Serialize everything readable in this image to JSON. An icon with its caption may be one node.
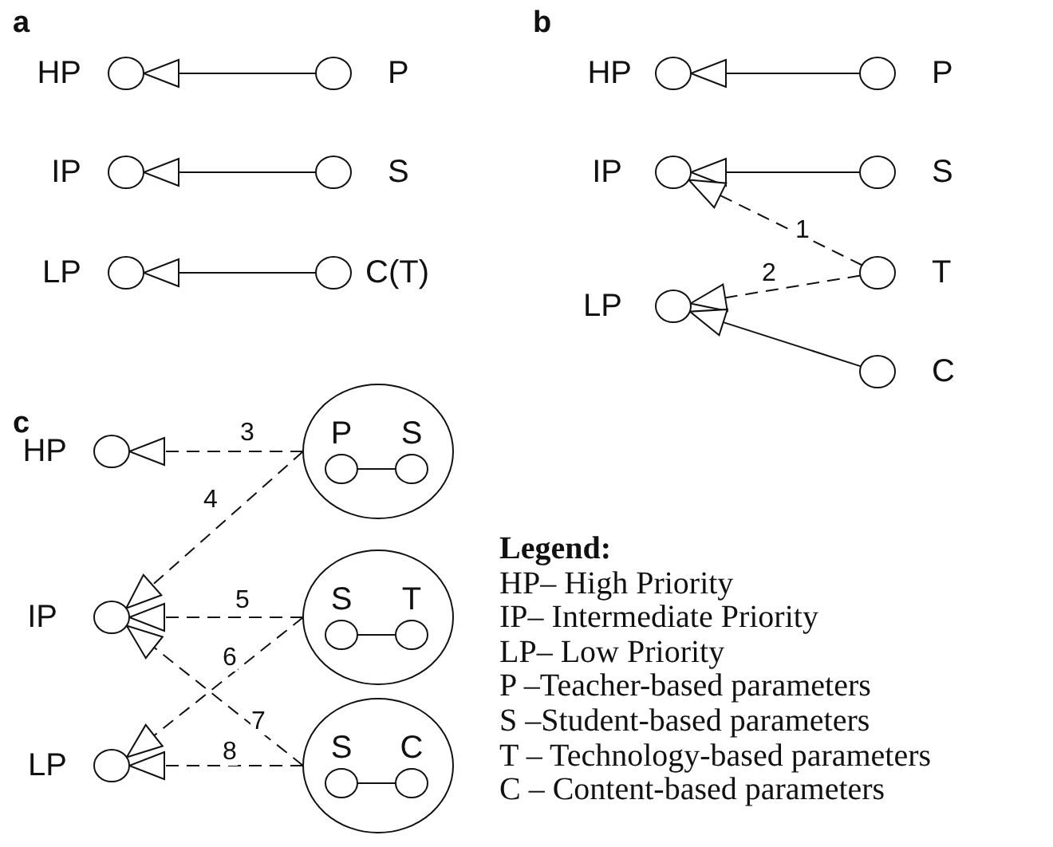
{
  "diagram": {
    "nodes": [
      {
        "text": [
          "HP"
        ]
      },
      {
        "text": [
          "P"
        ]
      },
      {
        "text": [
          "IP"
        ]
      },
      {
        "text": [
          "S"
        ]
      },
      {
        "text": [
          "LP"
        ]
      },
      {
        "text": [
          "C(T)"
        ]
      },
      {
        "text": [
          "HP"
        ]
      },
      {
        "text": [
          "P"
        ]
      },
      {
        "text": [
          "IP"
        ]
      },
      {
        "text": [
          "S"
        ]
      },
      {
        "text": [
          "T"
        ]
      },
      {
        "text": [
          "LP"
        ]
      },
      {
        "text": [
          "C"
        ]
      },
      {
        "text": [
          "HP"
        ]
      },
      {
        "text": [],
        "shape": "circle"
      },
      {
        "text": [
          "P"
        ],
        "in": 14
      },
      {
        "text": [
          "S"
        ],
        "in": 14
      },
      {
        "text": [
          "IP"
        ]
      },
      {
        "text": [],
        "shape": "circle"
      },
      {
        "text": [
          "S"
        ],
        "in": 18
      },
      {
        "text": [
          "T"
        ],
        "in": 18
      },
      {
        "text": [
          "LP"
        ]
      },
      {
        "text": [],
        "shape": "circle"
      },
      {
        "text": [
          "S"
        ],
        "in": 22
      },
      {
        "text": [
          "C"
        ],
        "in": 22
      }
    ],
    "edges": [
      {
        "from": 1,
        "to": 0,
        "arrow": "to"
      },
      {
        "from": 3,
        "to": 2,
        "arrow": "to"
      },
      {
        "from": 5,
        "to": 4,
        "arrow": "to"
      },
      {
        "from": 7,
        "to": 6,
        "arrow": "to"
      },
      {
        "from": 9,
        "to": 8,
        "arrow": "to"
      },
      {
        "from": 10,
        "to": 8,
        "arrow": "to",
        "label": "1",
        "style": "dashed"
      },
      {
        "from": 10,
        "to": 11,
        "arrow": "to",
        "label": "2",
        "style": "dashed"
      },
      {
        "from": 12,
        "to": 11,
        "arrow": "to"
      },
      {
        "from": 14,
        "to": 13,
        "arrow": "to",
        "label": "3",
        "style": "dashed"
      },
      {
        "from": 14,
        "to": 17,
        "arrow": "to",
        "label": "4",
        "style": "dashed"
      },
      {
        "from": 18,
        "to": 17,
        "arrow": "to",
        "label": "5",
        "style": "dashed"
      },
      {
        "from": 18,
        "to": 21,
        "arrow": "to",
        "label": "6",
        "style": "dashed"
      },
      {
        "from": 22,
        "to": 17,
        "arrow": "to",
        "label": "7",
        "style": "dashed"
      },
      {
        "from": 22,
        "to": 21,
        "arrow": "to",
        "label": "8",
        "style": "dashed"
      },
      {
        "from": 15,
        "to": 16,
        "arrow": "none"
      },
      {
        "from": 19,
        "to": 20,
        "arrow": "none"
      },
      {
        "from": 23,
        "to": 24,
        "arrow": "none"
      }
    ],
    "labels": [
      "a",
      "b",
      "c",
      "Legend:",
      "HP– High Priority",
      "IP– Intermediate Priority",
      "LP– Low Priority",
      "P –Teacher-based parameters",
      "S –Student-based parameters",
      "T – Technology-based parameters",
      "C – Content-based parameters"
    ]
  }
}
